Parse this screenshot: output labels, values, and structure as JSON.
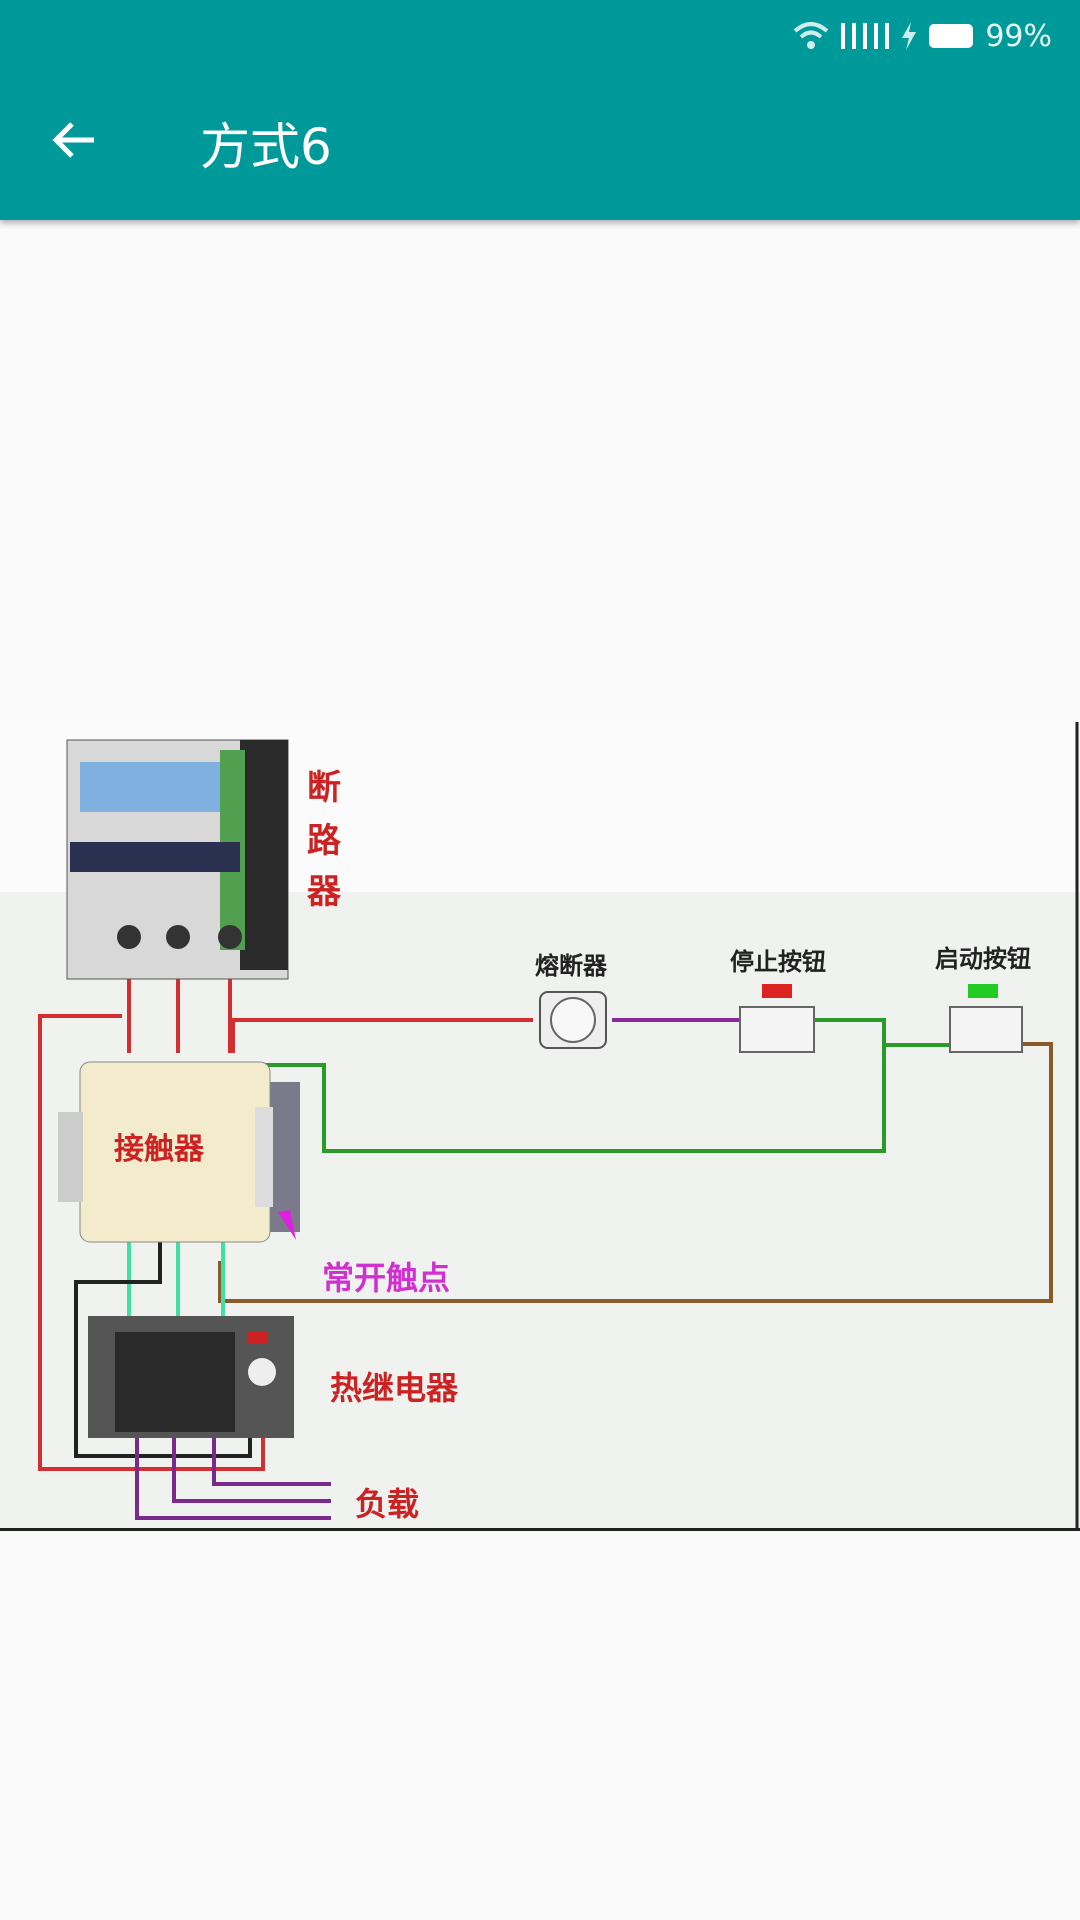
{
  "status_bar": {
    "battery": "99%",
    "icons": [
      "wifi-icon",
      "signal-icon",
      "charging-icon",
      "battery-icon"
    ]
  },
  "toolbar": {
    "title": "方式6",
    "back_icon": "arrow-left-icon",
    "color": "#009999"
  },
  "diagram": {
    "labels": {
      "breaker": [
        "断",
        "路",
        "器"
      ],
      "contactor": "接触器",
      "fuse": "熔断器",
      "stop_button": "停止按钮",
      "start_button": "启动按钮",
      "no_contact": "常开触点",
      "thermal_relay": "热继电器",
      "load": "负载"
    }
  }
}
